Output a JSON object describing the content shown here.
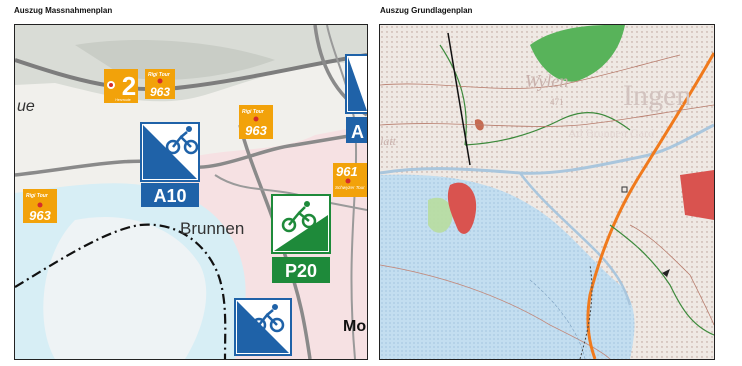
{
  "panels": {
    "left": {
      "title": "Auszug Massnahmenplan"
    },
    "right": {
      "title": "Auszug Grundlagenplan"
    }
  },
  "left_map": {
    "place_label": "Brunnen",
    "partial_label_left": "ue",
    "partial_label_bottom": "Mo",
    "route_number": "963",
    "route_number_partial": "961",
    "route_name": "Rigi Tour",
    "route_name_alt": "Schwyzer Tour",
    "badge_2_number": "2",
    "badge_2_caption": "Herzroute",
    "sign_a10": "A10",
    "sign_p20": "P20",
    "sign_a_partial": "A",
    "icons": {
      "mtb_down": "mountain-bike-downhill-icon",
      "mtb_up": "mountain-bike-uphill-icon"
    },
    "colors": {
      "water": "#d7eef5",
      "signal_blue": "#1f62a8",
      "signal_green": "#1e8a3a",
      "route_orange": "#f2a20a",
      "road_grey": "#7d7d7d"
    }
  },
  "right_map": {
    "place_label_1": "Wylen",
    "place_label_2": "Ingen",
    "street_label": "Ad Brunnen Gard",
    "spot_label": "471",
    "partial_label_left": "latt",
    "colors": {
      "water": "#c3def0",
      "forest": "#58b35a",
      "rail": "#f07a1c",
      "red_area": "#d9534f"
    }
  }
}
